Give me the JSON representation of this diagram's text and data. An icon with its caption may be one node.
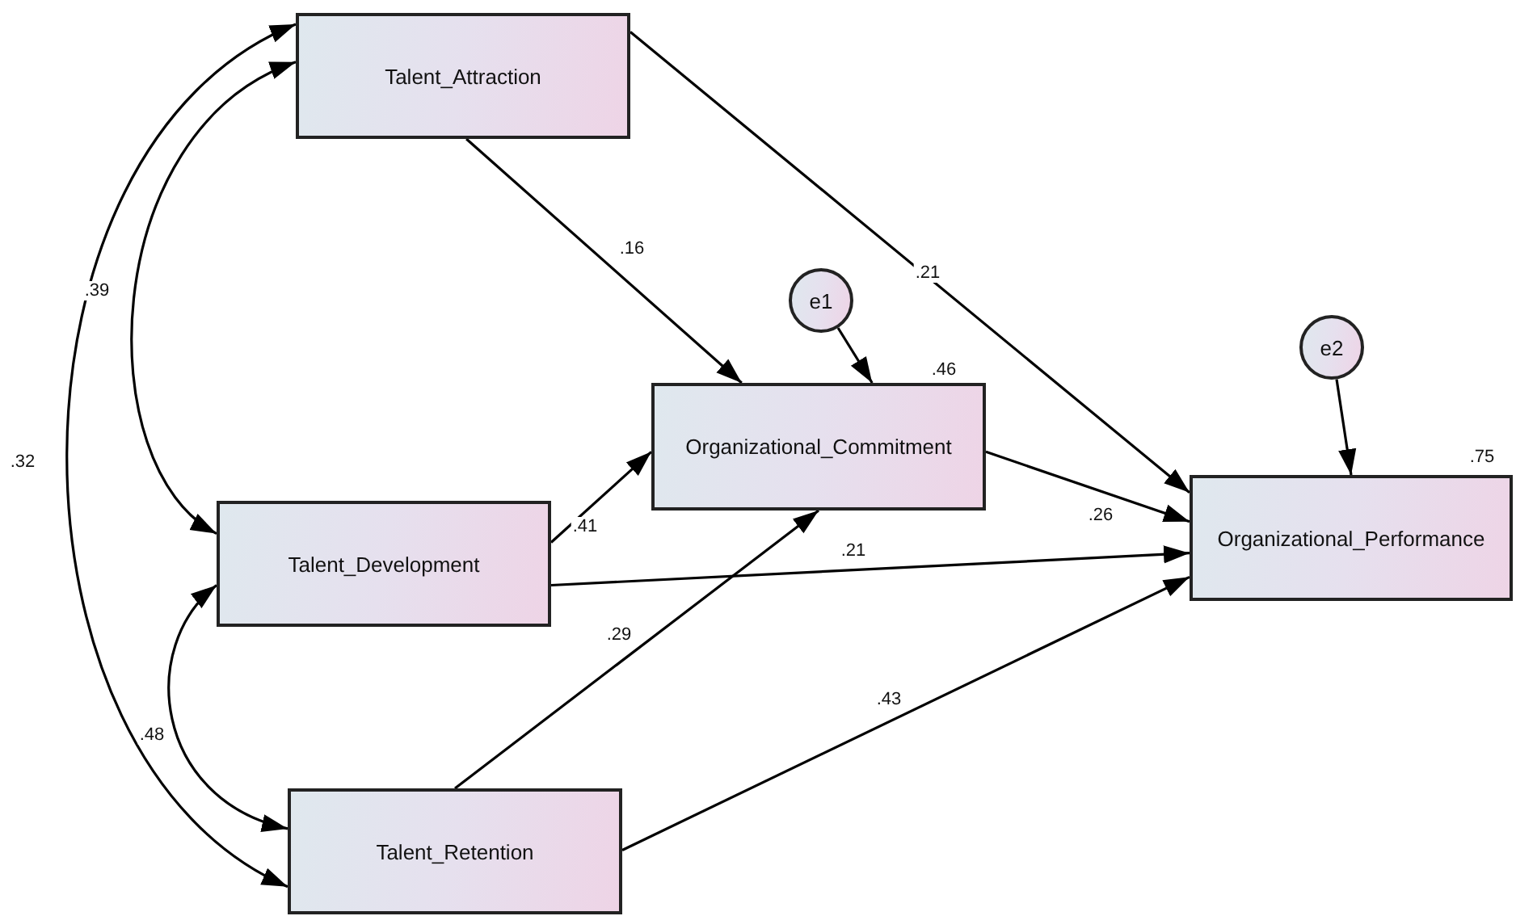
{
  "diagram": {
    "nodes": [
      {
        "text": [
          "Talent_Attraction"
        ]
      },
      {
        "text": [
          "e1"
        ]
      },
      {
        "text": [
          "Organizational_Commitment"
        ],
        "beside": [
          ".46"
        ]
      },
      {
        "text": [
          "e2"
        ]
      },
      {
        "text": [
          "Organizational_Performance"
        ],
        "beside": [
          ".75"
        ]
      },
      {
        "text": [
          "Talent_Development"
        ]
      },
      {
        "text": [
          "Talent_Retention"
        ]
      }
    ],
    "edges": [
      {
        "from": 0,
        "to": 2,
        "label": ".16",
        "arrow": "to"
      },
      {
        "from": 0,
        "to": 4,
        "label": ".21",
        "arrow": "to"
      },
      {
        "from": 1,
        "to": 2,
        "arrow": "to"
      },
      {
        "from": 3,
        "to": 4,
        "arrow": "to"
      },
      {
        "from": 5,
        "to": 2,
        "label": ".41",
        "arrow": "to"
      },
      {
        "from": 5,
        "to": 4,
        "label": ".21",
        "arrow": "to"
      },
      {
        "from": 6,
        "to": 2,
        "label": ".29",
        "arrow": "to"
      },
      {
        "from": 6,
        "to": 4,
        "label": ".43",
        "arrow": "to"
      },
      {
        "from": 2,
        "to": 4,
        "label": ".26",
        "arrow": "to"
      },
      {
        "from": 0,
        "to": 5,
        "label": ".39",
        "arrow": "both"
      },
      {
        "from": 0,
        "to": 6,
        "label": ".32",
        "arrow": "both"
      },
      {
        "from": 5,
        "to": 6,
        "label": ".48",
        "arrow": "both"
      }
    ]
  }
}
